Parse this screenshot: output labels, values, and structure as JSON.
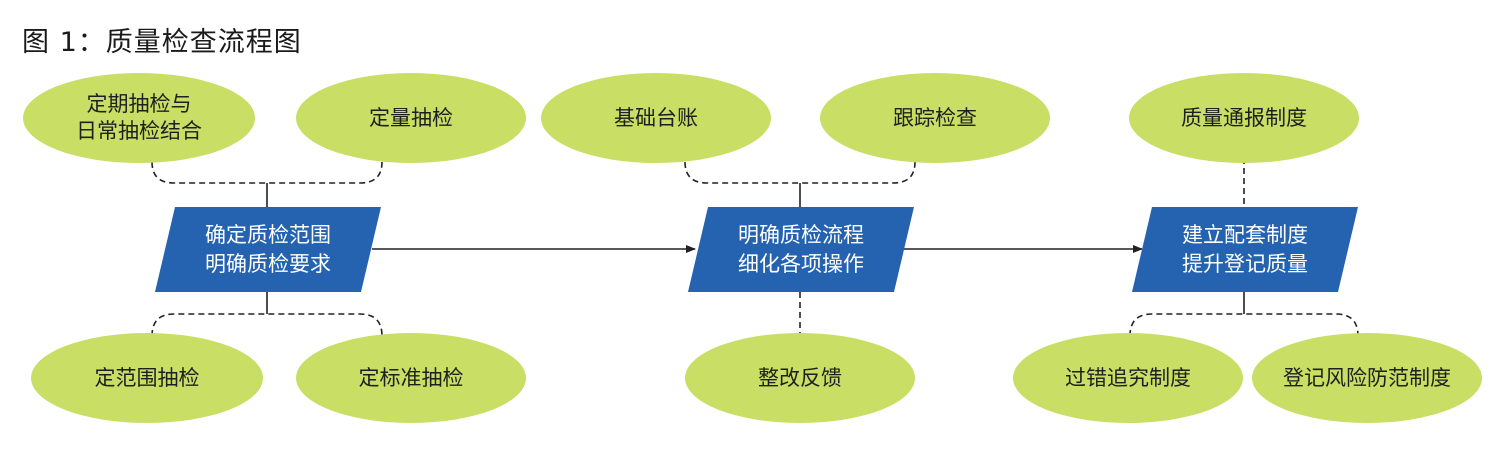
{
  "title": "图 1：质量检查流程图",
  "colors": {
    "process_fill": "#2563b0",
    "ellipse_fill": "#c8de64",
    "line": "#222222",
    "process_text": "#ffffff",
    "ellipse_text": "#1f1f1f"
  },
  "processes": [
    {
      "id": "p1",
      "lines": "确定质检范围\n明确质检要求"
    },
    {
      "id": "p2",
      "lines": "明确质检流程\n细化各项操作"
    },
    {
      "id": "p3",
      "lines": "建立配套制度\n提升登记质量"
    }
  ],
  "items": {
    "a1": "定期抽检与\n日常抽检结合",
    "a2": "定量抽检",
    "a3": "定范围抽检",
    "a4": "定标准抽检",
    "b1": "基础台账",
    "b2": "跟踪检查",
    "b3": "整改反馈",
    "c1": "质量通报制度",
    "c2": "过错追究制度",
    "c3": "登记风险防范制度"
  }
}
